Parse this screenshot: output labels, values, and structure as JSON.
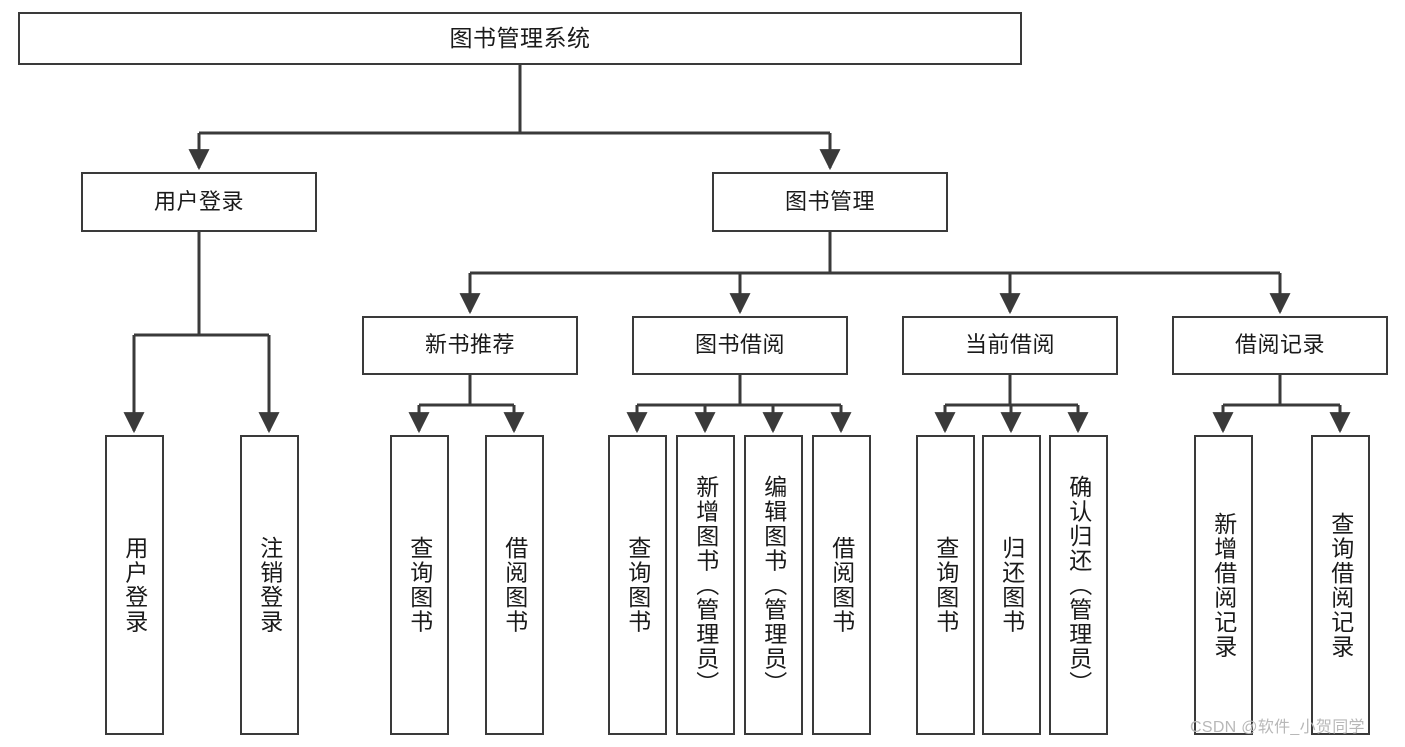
{
  "diagram": {
    "title": "图书管理系统",
    "watermark": "CSDN @软件_小贺同学",
    "stroke_color": "#3a3a3a",
    "text_color": "#1a1a1a",
    "background": "#ffffff",
    "nodes": {
      "root": {
        "label": "图书管理系统"
      },
      "level2": [
        {
          "label": "用户登录"
        },
        {
          "label": "图书管理"
        }
      ],
      "level3": [
        {
          "label": "新书推荐"
        },
        {
          "label": "图书借阅"
        },
        {
          "label": "当前借阅"
        },
        {
          "label": "借阅记录"
        }
      ],
      "leaves": {
        "user_login": [
          {
            "label": "用户登录"
          },
          {
            "label": "注销登录"
          }
        ],
        "new_book_recommend": [
          {
            "label": "查询图书"
          },
          {
            "label": "借阅图书"
          }
        ],
        "book_borrow": [
          {
            "label": "查询图书"
          },
          {
            "label": "新增图书（管理员）"
          },
          {
            "label": "编辑图书（管理员）"
          },
          {
            "label": "借阅图书"
          }
        ],
        "current_borrow": [
          {
            "label": "查询图书"
          },
          {
            "label": "归还图书"
          },
          {
            "label": "确认归还（管理员）"
          }
        ],
        "borrow_record": [
          {
            "label": "新增借阅记录"
          },
          {
            "label": "查询借阅记录"
          }
        ]
      }
    }
  }
}
